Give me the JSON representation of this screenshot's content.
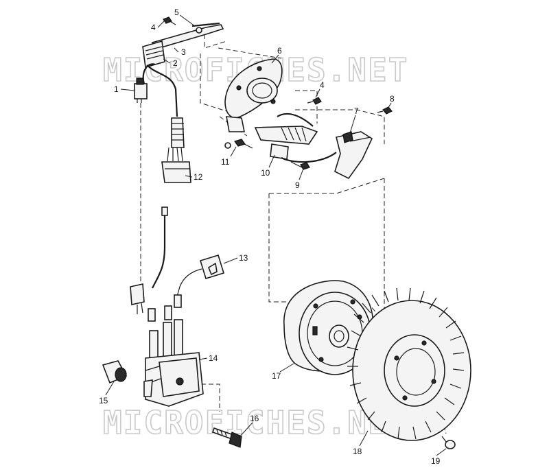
{
  "watermark": {
    "text": "MICROFICHES.NET"
  },
  "callouts": [
    "1",
    "2",
    "3",
    "4",
    "5",
    "6",
    "4",
    "8",
    "7",
    "11",
    "10",
    "9",
    "12",
    "13",
    "14",
    "15",
    "16",
    "17",
    "18",
    "19"
  ]
}
